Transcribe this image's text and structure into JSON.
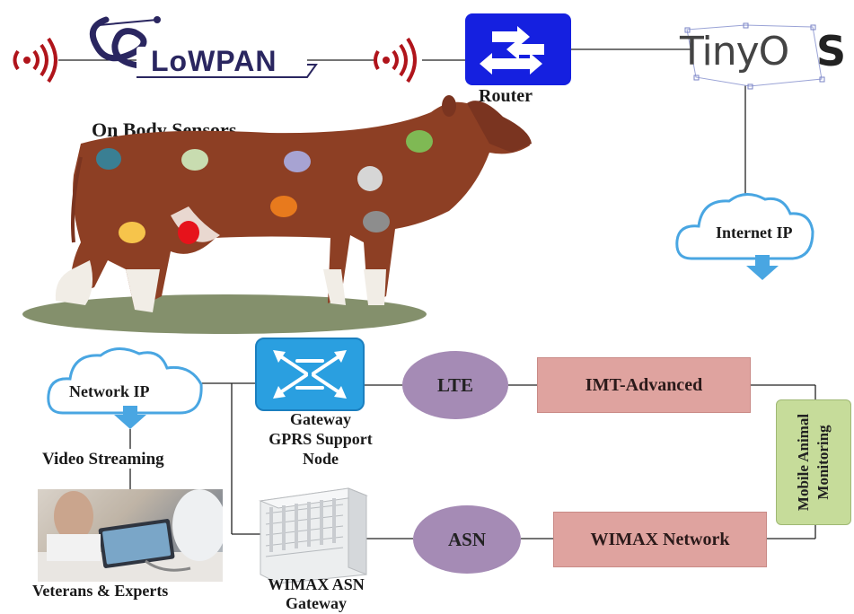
{
  "top_row": {
    "lowpan_logo_text": "LoWPAN",
    "router_label": "Router",
    "tinyos_logo_text_a": "TinyO",
    "tinyos_logo_text_b": "S"
  },
  "cow_section": {
    "title": "On Body Sensors",
    "sensor_colors": [
      "#3a7f93",
      "#c8dcb0",
      "#a7a3d2",
      "#7fb954",
      "#d6d6d6",
      "#e87a1d",
      "#8d8d8d",
      "#f6c44b",
      "#e6131b"
    ]
  },
  "internet_cloud": {
    "label": "Internet IP"
  },
  "network_cloud": {
    "label": "Network IP"
  },
  "video_streaming": {
    "label": "Video Streaming"
  },
  "veterans": {
    "label": "Veterans & Experts"
  },
  "gateway": {
    "line1": "Gateway",
    "line2": "GPRS Support",
    "line3": "Node"
  },
  "wimax_gateway": {
    "line1": "WIMAX ASN",
    "line2": "Gateway"
  },
  "nodes": {
    "lte": "LTE",
    "asn": "ASN"
  },
  "boxes": {
    "imt": "IMT-Advanced",
    "wimax_network": "WIMAX Network"
  },
  "monitoring": {
    "line1": "Mobile Animal",
    "line2": "Monitoring"
  },
  "colors": {
    "router_blue": "#1520e0",
    "gateway_blue": "#2a9fe0",
    "cloud_blue": "#49a6e2",
    "node_purple": "#a58bb5",
    "box_pink": "#dfa39f",
    "monitor_green": "#c6dc9a",
    "wave_red": "#b0141b"
  }
}
